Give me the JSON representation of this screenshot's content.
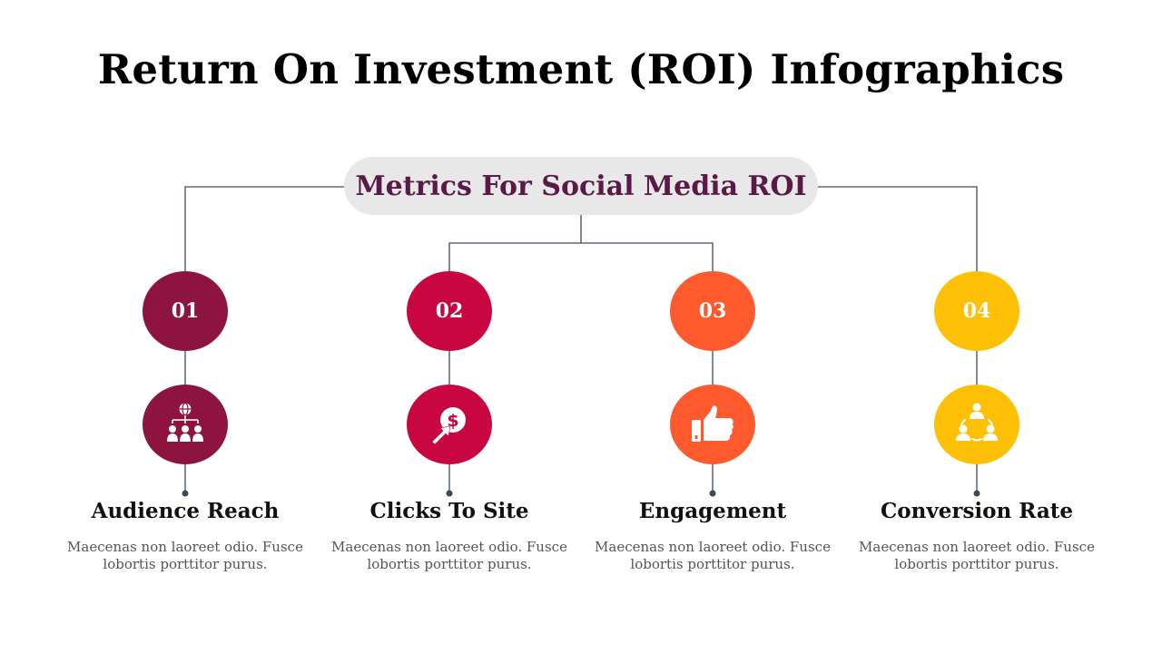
{
  "title": "Return On Investment (ROI) Infographics",
  "center_label": "Metrics For Social Media ROI",
  "colors": {
    "line": "#3d4a5c",
    "pill_bg": "#e8e8e8",
    "pill_text": "#5a1a48"
  },
  "items": [
    {
      "number": "01",
      "label": "Audience Reach",
      "desc_line1": "Maecenas non laoreet odio. Fusce",
      "desc_line2": "lobortis porttitor purus.",
      "color": "#8e1440",
      "icon": "audience-network-icon"
    },
    {
      "number": "02",
      "label": "Clicks To Site",
      "desc_line1": "Maecenas non laoreet odio. Fusce",
      "desc_line2": "lobortis porttitor purus.",
      "color": "#c8063f",
      "icon": "click-dollar-icon"
    },
    {
      "number": "03",
      "label": "Engagement",
      "desc_line1": "Maecenas non laoreet odio. Fusce",
      "desc_line2": "lobortis porttitor purus.",
      "color": "#fe5a2e",
      "icon": "thumbs-up-icon"
    },
    {
      "number": "04",
      "label": "Conversion Rate",
      "desc_line1": "Maecenas non laoreet odio. Fusce",
      "desc_line2": "lobortis porttitor purus.",
      "color": "#fec007",
      "icon": "people-cycle-icon"
    }
  ]
}
